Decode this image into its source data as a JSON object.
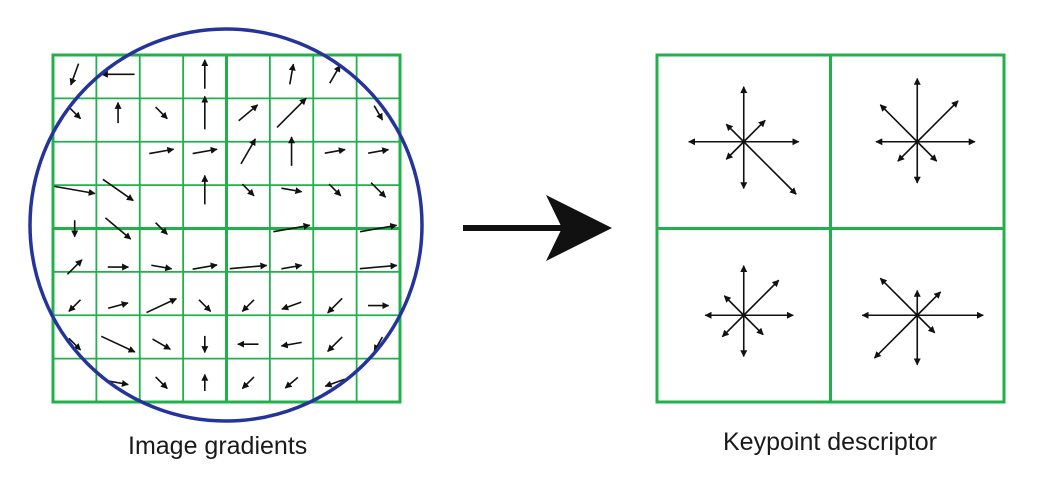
{
  "labels": {
    "left_caption": "Image gradients",
    "right_caption": "Keypoint descriptor"
  },
  "colors": {
    "grid": "#21b04a",
    "circle": "#24349a",
    "arrow": "#111111",
    "background": "#ffffff"
  },
  "gradient_grid": {
    "cells": 8,
    "blocks": 2,
    "arrows": [
      [
        [
          -110,
          0.55
        ],
        [
          180,
          0.8
        ],
        [
          null,
          0
        ],
        [
          90,
          0.7
        ],
        [
          null,
          0
        ],
        [
          80,
          0.5
        ],
        [
          60,
          0.5
        ],
        [
          null,
          0
        ]
      ],
      [
        [
          -45,
          0.4
        ],
        [
          90,
          0.5
        ],
        [
          -45,
          0.4
        ],
        [
          90,
          0.8
        ],
        [
          40,
          0.6
        ],
        [
          45,
          1.0
        ],
        [
          null,
          0
        ],
        [
          -60,
          0.4
        ]
      ],
      [
        [
          null,
          0
        ],
        [
          null,
          0
        ],
        [
          10,
          0.6
        ],
        [
          10,
          0.6
        ],
        [
          60,
          0.7
        ],
        [
          90,
          0.7
        ],
        [
          10,
          0.5
        ],
        [
          10,
          0.5
        ]
      ],
      [
        [
          -10,
          1.0
        ],
        [
          -35,
          0.9
        ],
        [
          null,
          0
        ],
        [
          90,
          0.7
        ],
        [
          -45,
          0.4
        ],
        [
          -10,
          0.5
        ],
        [
          -45,
          0.4
        ],
        [
          -45,
          0.5
        ]
      ],
      [
        [
          -90,
          0.4
        ],
        [
          -40,
          0.8
        ],
        [
          -45,
          0.4
        ],
        [
          null,
          0
        ],
        [
          null,
          0
        ],
        [
          10,
          0.9
        ],
        [
          null,
          0
        ],
        [
          10,
          0.9
        ]
      ],
      [
        [
          45,
          0.5
        ],
        [
          0,
          0.5
        ],
        [
          -10,
          0.5
        ],
        [
          10,
          0.6
        ],
        [
          5,
          0.9
        ],
        [
          10,
          0.5
        ],
        [
          null,
          0
        ],
        [
          5,
          0.9
        ]
      ],
      [
        [
          -135,
          0.4
        ],
        [
          15,
          0.5
        ],
        [
          25,
          0.8
        ],
        [
          -45,
          0.4
        ],
        [
          -135,
          0.4
        ],
        [
          -160,
          0.5
        ],
        [
          -135,
          0.5
        ],
        [
          0,
          0.5
        ]
      ],
      [
        [
          -45,
          0.4
        ],
        [
          -25,
          0.9
        ],
        [
          -30,
          0.5
        ],
        [
          -90,
          0.4
        ],
        [
          -180,
          0.5
        ],
        [
          -170,
          0.5
        ],
        [
          -135,
          0.5
        ],
        [
          -120,
          0.4
        ]
      ],
      [
        [
          null,
          0
        ],
        [
          -10,
          0.5
        ],
        [
          -45,
          0.4
        ],
        [
          90,
          0.4
        ],
        [
          -135,
          0.4
        ],
        [
          -140,
          0.4
        ],
        [
          -160,
          0.5
        ],
        [
          null,
          0
        ]
      ]
    ]
  },
  "descriptor": {
    "histograms": [
      [
        [
          0,
          1.0
        ],
        [
          45,
          0.55
        ],
        [
          90,
          1.0
        ],
        [
          135,
          0.45
        ],
        [
          180,
          1.0
        ],
        [
          225,
          0.45
        ],
        [
          270,
          0.85
        ],
        [
          315,
          1.35
        ]
      ],
      [
        [
          0,
          1.05
        ],
        [
          45,
          1.05
        ],
        [
          90,
          1.15
        ],
        [
          135,
          0.95
        ],
        [
          180,
          0.75
        ],
        [
          225,
          0.5
        ],
        [
          270,
          0.75
        ],
        [
          315,
          0.5
        ]
      ],
      [
        [
          0,
          0.9
        ],
        [
          45,
          0.9
        ],
        [
          90,
          0.9
        ],
        [
          135,
          0.5
        ],
        [
          180,
          0.7
        ],
        [
          225,
          0.55
        ],
        [
          270,
          0.75
        ],
        [
          315,
          0.5
        ]
      ],
      [
        [
          0,
          1.2
        ],
        [
          45,
          0.6
        ],
        [
          90,
          0.45
        ],
        [
          135,
          0.95
        ],
        [
          180,
          1.0
        ],
        [
          225,
          1.1
        ],
        [
          270,
          0.9
        ],
        [
          315,
          0.45
        ]
      ]
    ]
  }
}
